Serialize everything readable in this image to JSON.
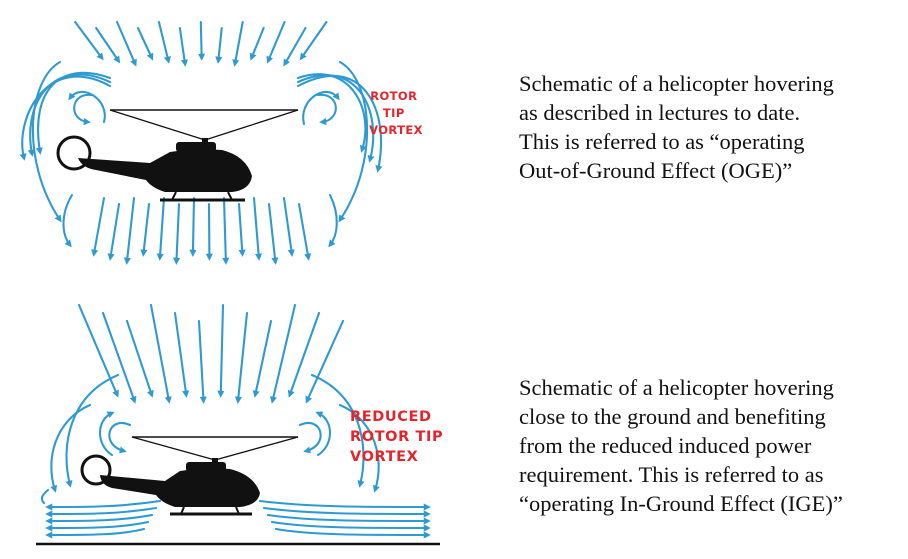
{
  "colors": {
    "flow": "#2f9ad2",
    "label": "#e3242b",
    "helicopter": "#111111",
    "text": "#111111"
  },
  "oge": {
    "vortex_label_lines": [
      "ROTOR",
      "TIP",
      "VORTEX"
    ],
    "caption_lines": [
      "Schematic of a helicopter hovering",
      "as described in lectures to date.",
      "This is referred to as “operating",
      "Out-of-Ground Effect (OGE)”"
    ]
  },
  "ige": {
    "vortex_label_lines": [
      "REDUCED",
      "ROTOR TIP",
      "VORTEX"
    ],
    "caption_lines": [
      "Schematic of a helicopter hovering",
      "close to the ground and benefiting",
      "from the reduced induced power",
      "requirement. This is referred to as",
      "“operating In-Ground Effect (IGE)”"
    ]
  }
}
